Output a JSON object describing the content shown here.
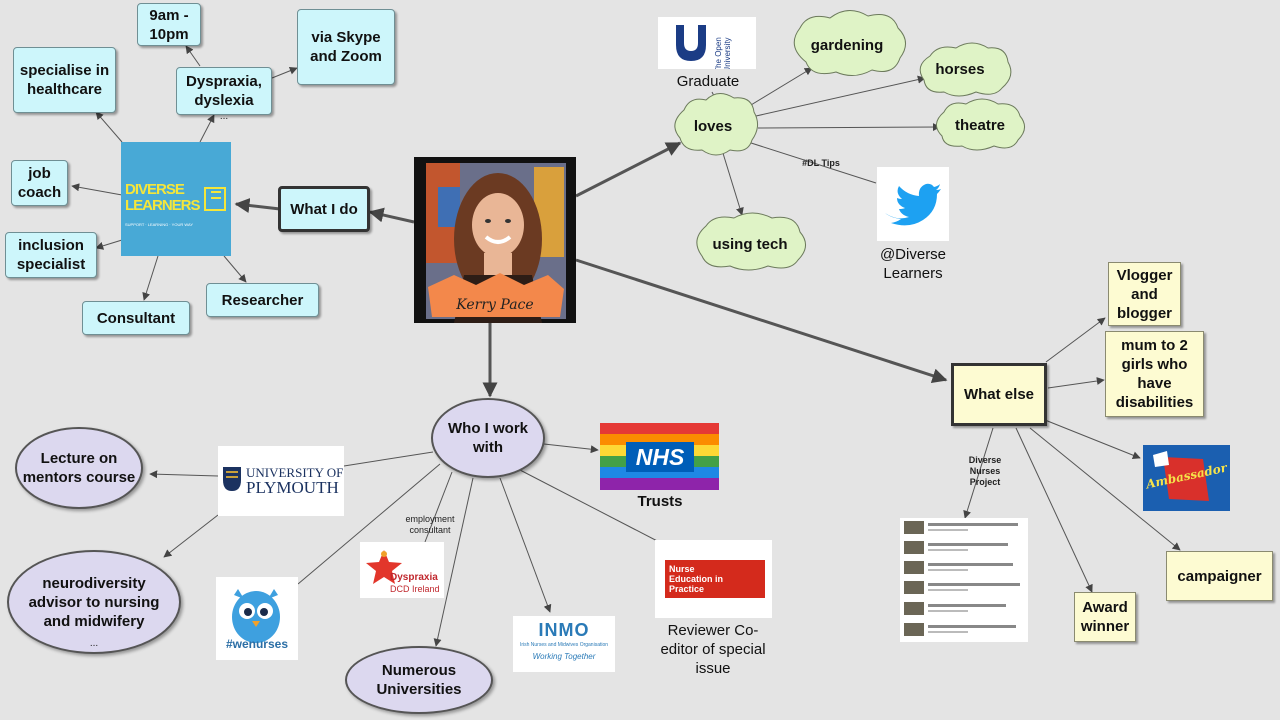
{
  "central": {
    "caption": "Kerry Pace"
  },
  "nodes": {
    "what_i_do": "What I do",
    "time": "9am - 10pm",
    "skype_zoom": "via Skype and Zoom",
    "dyspraxia_dyslexia": "Dyspraxia, dyslexia",
    "dyspraxia_ellipsis": "...",
    "specialise": "specialise in healthcare",
    "job_coach": "job coach",
    "inclusion": "inclusion specialist",
    "consultant": "Consultant",
    "researcher": "Researcher",
    "loves": "loves",
    "gardening": "gardening",
    "horses": "horses",
    "theatre": "theatre",
    "using_tech": "using tech",
    "dl_tips": "#DL Tips",
    "twitter_handle": "@Diverse Learners",
    "graduate": "Graduate",
    "who_i_work_with": "Who I work with",
    "lecture": "Lecture on mentors course",
    "neurodiversity": "neurodiversity advisor to nursing and midwifery",
    "neuro_ellipsis": "...",
    "numerous": "Numerous Universities",
    "employment_consultant": "employment consultant",
    "trusts": "Trusts",
    "reviewer": "Reviewer Co-editor of special issue",
    "what_else": "What else",
    "vlogger": "Vlogger and blogger",
    "mum": "mum to 2 girls who have disabilities",
    "campaigner": "campaigner",
    "award": "Award winner",
    "diverse_nurses": "Diverse Nurses Project"
  },
  "logos": {
    "diverse_learners_top": "DIVERSE",
    "diverse_learners_bottom": "LEARNERS",
    "diverse_learners_tagline": "SUPPORT · LEARNING · YOUR WAY",
    "open_university": "The Open University",
    "plymouth_top": "UNIVERSITY OF",
    "plymouth_bottom": "PLYMOUTH",
    "nhs": "NHS",
    "dyspraxia_top": "Dyspraxia",
    "dyspraxia_bottom": "DCD Ireland",
    "wenurses": "#wenurses",
    "inmo_title": "INMO",
    "inmo_sub": "Irish Nurses and Midwives Organisation",
    "inmo_motto": "Working Together",
    "nep": "Nurse Education in Practice",
    "ambassador": "Ambassador"
  },
  "colors": {
    "cyan_node": "#cdf6fb",
    "yellow_node": "#fdfbd2",
    "oval_node": "#dcd8ef",
    "cloud_node": "#dff3c6",
    "diverse_learners_bg": "#48a9d6",
    "nhs_blue": "#005eb8",
    "nep_red": "#d42a1c",
    "twitter_blue": "#1da1f2"
  }
}
